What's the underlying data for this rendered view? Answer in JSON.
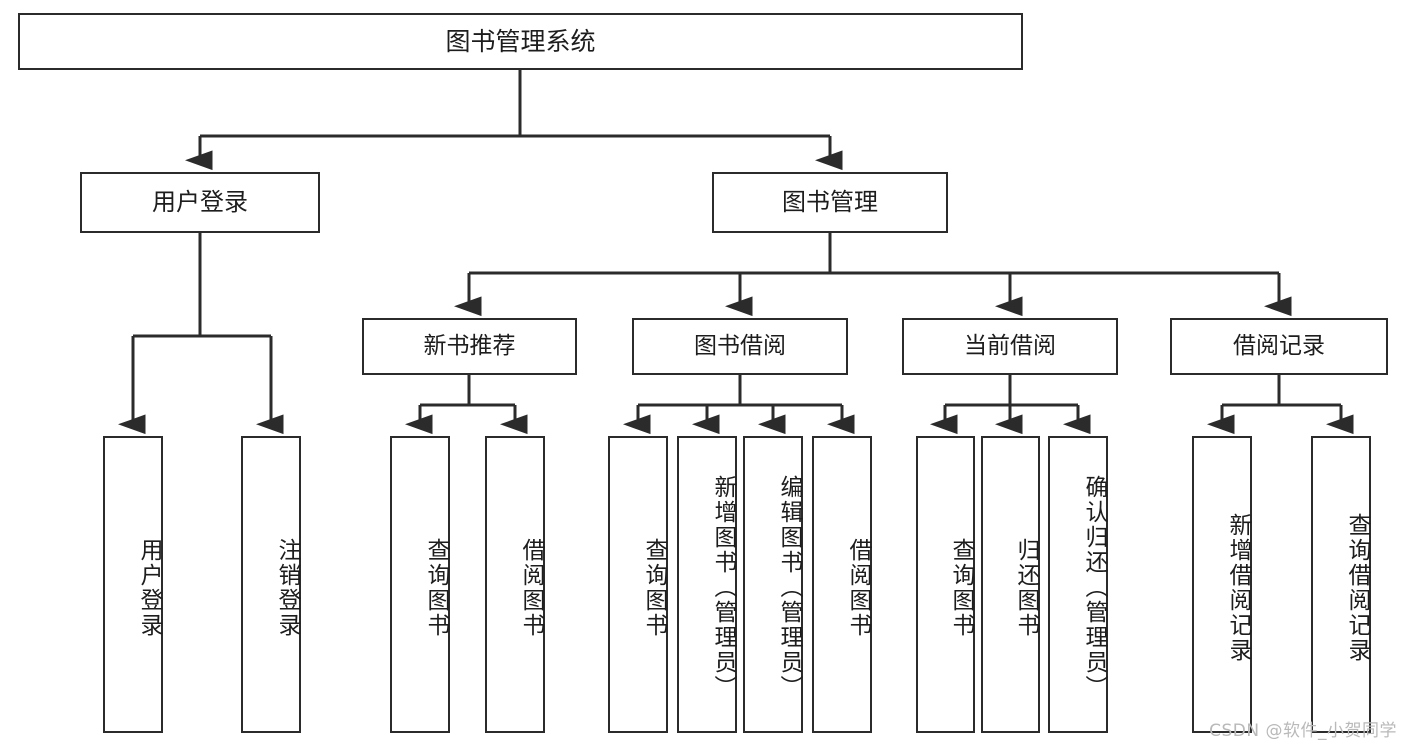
{
  "diagram": {
    "type": "tree",
    "title": "图书管理系统",
    "orientation": "top-down",
    "line_color": "#2b2b2b",
    "box_fill": "#ffffff",
    "text_color": "#1d1d1d",
    "levels": 4
  },
  "nodes": {
    "root": {
      "label": "图书管理系统"
    },
    "level1": [
      {
        "label": "用户登录"
      },
      {
        "label": "图书管理"
      }
    ],
    "level2": [
      {
        "label": "新书推荐"
      },
      {
        "label": "图书借阅"
      },
      {
        "label": "当前借阅"
      },
      {
        "label": "借阅记录"
      }
    ],
    "leaves": {
      "user_login": [
        {
          "label": "用户登录"
        },
        {
          "label": "注销登录"
        }
      ],
      "new_book": [
        {
          "label": "查询图书"
        },
        {
          "label": "借阅图书"
        }
      ],
      "book_borrow": [
        {
          "label": "查询图书"
        },
        {
          "label": "新增图书（管理员）"
        },
        {
          "label": "编辑图书（管理员）"
        },
        {
          "label": "借阅图书"
        }
      ],
      "current_borrow": [
        {
          "label": "查询图书"
        },
        {
          "label": "归还图书"
        },
        {
          "label": "确认归还（管理员）"
        }
      ],
      "borrow_record": [
        {
          "label": "新增借阅记录"
        },
        {
          "label": "查询借阅记录"
        }
      ]
    }
  },
  "watermark": {
    "text": "CSDN @软件_小贺同学"
  }
}
